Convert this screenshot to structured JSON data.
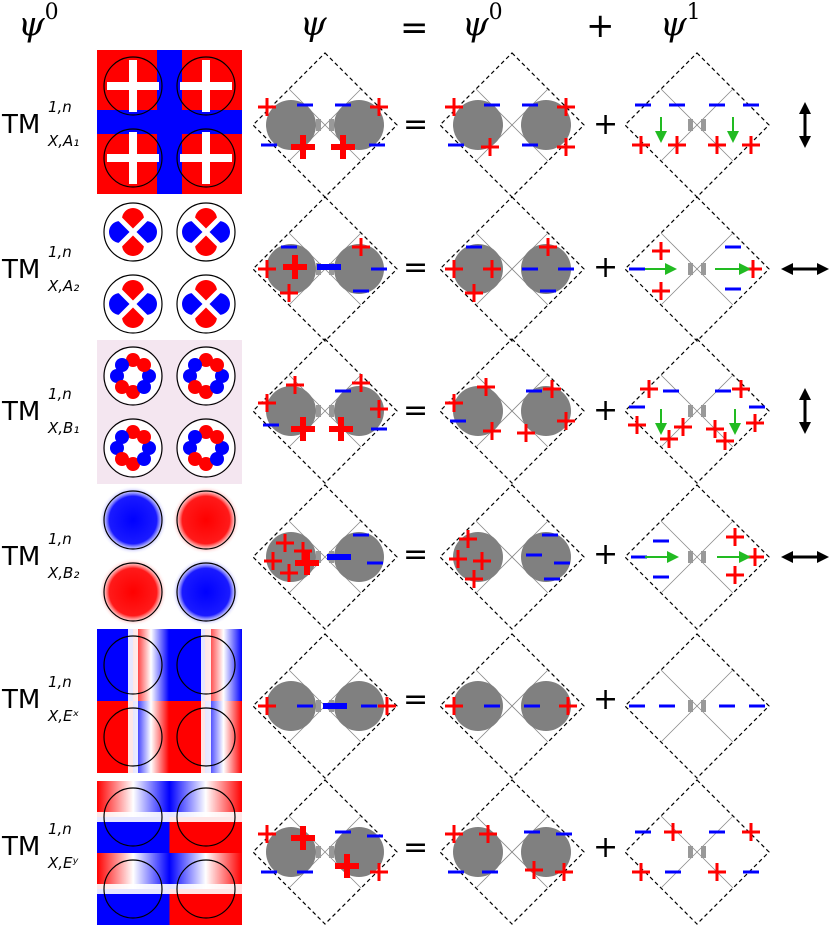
{
  "header": {
    "psi0_col": "ψ",
    "psi0_sup": "0",
    "psi_col": "ψ",
    "eq": "=",
    "psi0b_col": "ψ",
    "psi0b_sup": "0",
    "plus": "+",
    "psi1_col": "ψ",
    "psi1_sup": "1"
  },
  "operators": {
    "equals": "=",
    "plus": "+"
  },
  "rows": [
    {
      "label": "TM",
      "sup": "1,n",
      "sub": "X,A₁",
      "polarization": "vertical"
    },
    {
      "label": "TM",
      "sup": "1,n",
      "sub": "X,A₂",
      "polarization": "horizontal"
    },
    {
      "label": "TM",
      "sup": "1,n",
      "sub": "X,B₁",
      "polarization": "vertical"
    },
    {
      "label": "TM",
      "sup": "1,n",
      "sub": "X,B₂",
      "polarization": "horizontal"
    },
    {
      "label": "TM",
      "sup": "1,n",
      "sub": "X,Eˣ",
      "polarization": "none"
    },
    {
      "label": "TM",
      "sup": "1,n",
      "sub": "X,Eʸ",
      "polarization": "none"
    }
  ],
  "colors": {
    "positive": "#ff0000",
    "negative": "#0000ff",
    "rod": "#808080",
    "arrow": "#22bb22",
    "outline": "#000000"
  }
}
